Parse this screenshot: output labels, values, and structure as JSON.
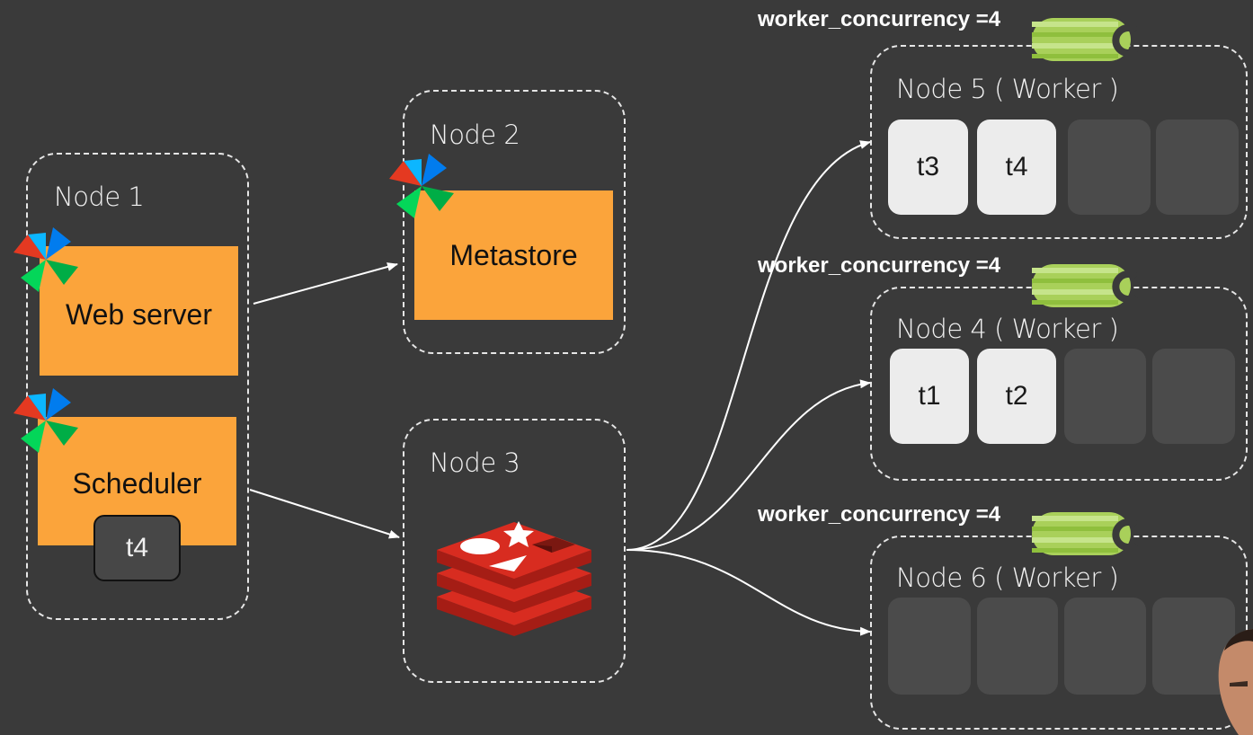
{
  "node1": {
    "title": "Node 1",
    "web_server": "Web server",
    "scheduler": "Scheduler",
    "queued_task": "t4"
  },
  "node2": {
    "title": "Node 2",
    "metastore": "Metastore"
  },
  "node3": {
    "title": "Node 3"
  },
  "workers": [
    {
      "title": "Node 5 ( Worker )",
      "concurrency": "worker_concurrency =4",
      "slots": [
        "t3",
        "t4",
        "",
        ""
      ]
    },
    {
      "title": "Node 4 ( Worker )",
      "concurrency": "worker_concurrency =4",
      "slots": [
        "t1",
        "t2",
        "",
        ""
      ]
    },
    {
      "title": "Node 6 ( Worker )",
      "concurrency": "worker_concurrency =4",
      "slots": [
        "",
        "",
        "",
        ""
      ]
    }
  ],
  "colors": {
    "background": "#3a3a3a",
    "component": "#fba43b",
    "redis": "#d82c20",
    "celery": "#a9d05a"
  },
  "icons": [
    "airflow-logo-icon",
    "redis-logo-icon",
    "celery-logo-icon"
  ]
}
